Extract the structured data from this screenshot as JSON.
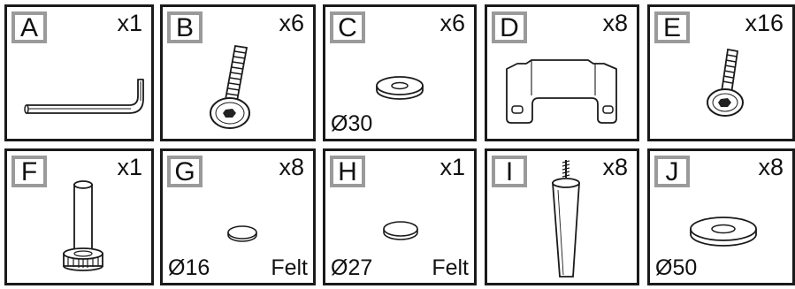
{
  "parts": [
    {
      "letter": "A",
      "qty": "x1",
      "icon": "allen-key-icon"
    },
    {
      "letter": "B",
      "qty": "x6",
      "icon": "long-bolt-icon"
    },
    {
      "letter": "C",
      "qty": "x6",
      "icon": "washer-icon",
      "size": "Ø30"
    },
    {
      "letter": "D",
      "qty": "x8",
      "icon": "bracket-icon"
    },
    {
      "letter": "E",
      "qty": "x16",
      "icon": "short-bolt-icon"
    },
    {
      "letter": "F",
      "qty": "x1",
      "icon": "barrel-nut-icon"
    },
    {
      "letter": "G",
      "qty": "x8",
      "icon": "felt-pad-icon",
      "size": "Ø16",
      "material": "Felt"
    },
    {
      "letter": "H",
      "qty": "x1",
      "icon": "felt-pad-icon",
      "size": "Ø27",
      "material": "Felt"
    },
    {
      "letter": "I",
      "qty": "x8",
      "icon": "tapered-leg-icon"
    },
    {
      "letter": "J",
      "qty": "x8",
      "icon": "large-washer-icon",
      "size": "Ø50"
    }
  ]
}
